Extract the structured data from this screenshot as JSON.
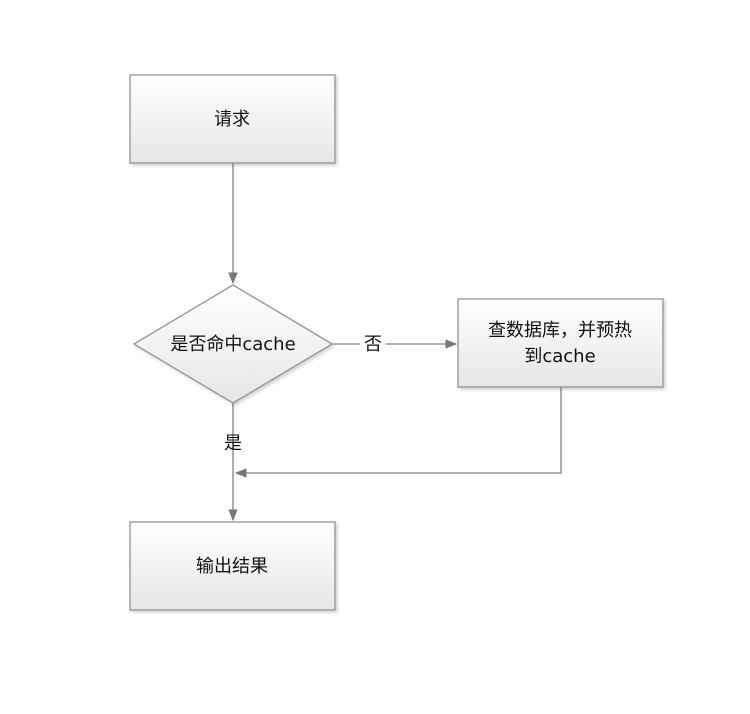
{
  "nodes": {
    "request": {
      "label": "请求"
    },
    "decision": {
      "label": "是否命中cache"
    },
    "query_db": {
      "line1": "查数据库，并预热",
      "line2": "到cache"
    },
    "output": {
      "label": "输出结果"
    }
  },
  "edges": {
    "no_label": "否",
    "yes_label": "是"
  },
  "colors": {
    "shape_fill_top": "#ffffff",
    "shape_fill_bottom": "#e8e8e8",
    "shape_stroke": "#8c8c8c",
    "connector": "#808080",
    "text": "#111111"
  }
}
